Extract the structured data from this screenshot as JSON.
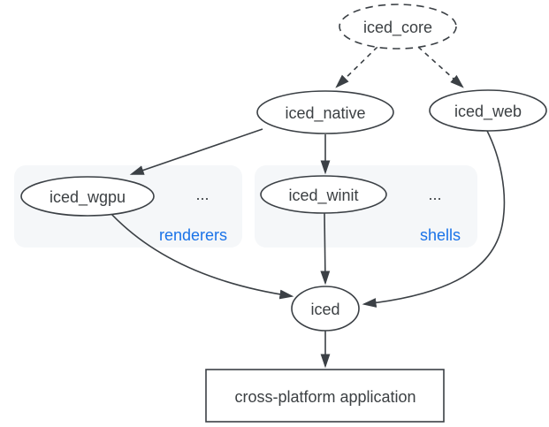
{
  "diagram": {
    "nodes": {
      "core": {
        "label": "iced_core",
        "shape": "ellipse",
        "border": "dashed"
      },
      "native": {
        "label": "iced_native",
        "shape": "ellipse",
        "border": "solid"
      },
      "web": {
        "label": "iced_web",
        "shape": "ellipse",
        "border": "solid"
      },
      "wgpu": {
        "label": "iced_wgpu",
        "shape": "ellipse",
        "border": "solid"
      },
      "winit": {
        "label": "iced_winit",
        "shape": "ellipse",
        "border": "solid"
      },
      "iced": {
        "label": "iced",
        "shape": "ellipse",
        "border": "solid"
      },
      "app": {
        "label": "cross-platform application",
        "shape": "rect",
        "border": "solid"
      }
    },
    "groups": {
      "renderers": {
        "label": "renderers",
        "ellipsis": "..."
      },
      "shells": {
        "label": "shells",
        "ellipsis": "..."
      }
    },
    "edges": [
      {
        "from": "iced_core",
        "to": "iced_native",
        "style": "dashed"
      },
      {
        "from": "iced_core",
        "to": "iced_web",
        "style": "dashed"
      },
      {
        "from": "iced_native",
        "to": "iced_wgpu",
        "style": "solid"
      },
      {
        "from": "iced_native",
        "to": "iced_winit",
        "style": "solid"
      },
      {
        "from": "iced_wgpu",
        "to": "iced",
        "style": "solid"
      },
      {
        "from": "iced_winit",
        "to": "iced",
        "style": "solid"
      },
      {
        "from": "iced_web",
        "to": "iced",
        "style": "solid"
      },
      {
        "from": "iced",
        "to": "cross-platform application",
        "style": "solid"
      }
    ],
    "colors": {
      "stroke": "#3b4045",
      "text": "#3c4043",
      "node_fill": "#ffffff",
      "group_bg": "#f5f7f9",
      "group_label": "#1a73e8",
      "background": "#ffffff"
    }
  }
}
